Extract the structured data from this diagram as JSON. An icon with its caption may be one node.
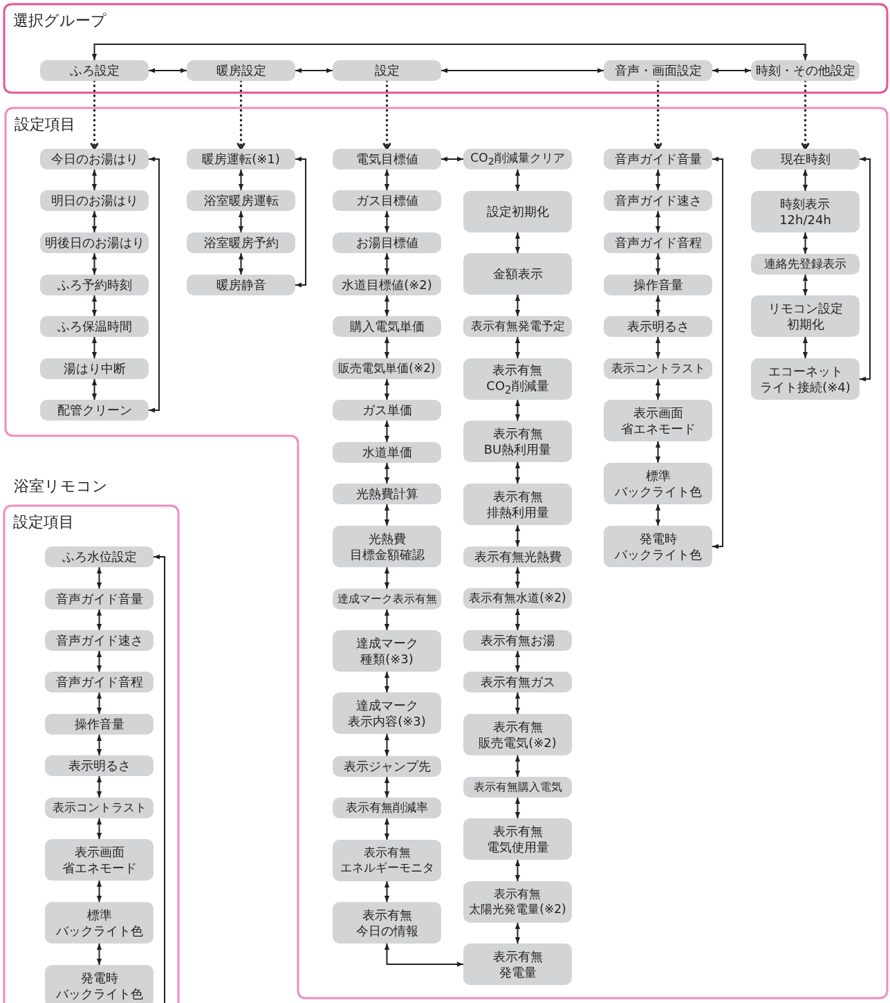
{
  "diagram": {
    "nodes": [
      {
        "text": [
          "選択グループ"
        ]
      },
      {
        "text": [
          "ふろ設定"
        ],
        "in": 0
      },
      {
        "text": [
          "暖房設定"
        ],
        "in": 0
      },
      {
        "text": [
          "設定"
        ],
        "in": 0
      },
      {
        "text": [
          "音声・画面設定"
        ],
        "in": 0
      },
      {
        "text": [
          "時刻・その他設定"
        ],
        "in": 0
      },
      {
        "text": [
          "設定項目"
        ]
      },
      {
        "text": [
          "今日のお湯はり"
        ],
        "in": 6
      },
      {
        "text": [
          "明日のお湯はり"
        ],
        "in": 6
      },
      {
        "text": [
          "明後日のお湯はり"
        ],
        "in": 6
      },
      {
        "text": [
          "ふろ予約時刻"
        ],
        "in": 6
      },
      {
        "text": [
          "ふろ保温時間"
        ],
        "in": 6
      },
      {
        "text": [
          "湯はり中断"
        ],
        "in": 6
      },
      {
        "text": [
          "配管クリーン"
        ],
        "in": 6
      },
      {
        "text": [
          "暖房運転(※1)"
        ],
        "in": 6
      },
      {
        "text": [
          "浴室暖房運転"
        ],
        "in": 6
      },
      {
        "text": [
          "浴室暖房予約"
        ],
        "in": 6
      },
      {
        "text": [
          "暖房静音"
        ],
        "in": 6
      },
      {
        "text": [
          "電気目標値"
        ],
        "in": 6
      },
      {
        "text": [
          "ガス目標値"
        ],
        "in": 6
      },
      {
        "text": [
          "お湯目標値"
        ],
        "in": 6
      },
      {
        "text": [
          "水道目標値(※2)"
        ],
        "in": 6
      },
      {
        "text": [
          "購入電気単価"
        ],
        "in": 6
      },
      {
        "text": [
          "販売電気単価(※2)"
        ],
        "in": 6
      },
      {
        "text": [
          "ガス単価"
        ],
        "in": 6
      },
      {
        "text": [
          "水道単価"
        ],
        "in": 6
      },
      {
        "text": [
          "光熱費計算"
        ],
        "in": 6
      },
      {
        "text": [
          "光熱費目標金額確認"
        ],
        "in": 6
      },
      {
        "text": [
          "達成マーク表示有無"
        ],
        "in": 6
      },
      {
        "text": [
          "達成マーク種類(※3)"
        ],
        "in": 6
      },
      {
        "text": [
          "達成マーク表示内容(※3)"
        ],
        "in": 6
      },
      {
        "text": [
          "表示ジャンプ先"
        ],
        "in": 6
      },
      {
        "text": [
          "表示有無削減率"
        ],
        "in": 6
      },
      {
        "text": [
          "表示有無エネルギーモニタ"
        ],
        "in": 6
      },
      {
        "text": [
          "表示有無今日の情報"
        ],
        "in": 6
      },
      {
        "text": [
          "CO$_{2}$削減量クリア"
        ],
        "in": 6
      },
      {
        "text": [
          "設定初期化"
        ],
        "in": 6
      },
      {
        "text": [
          "金額表示"
        ],
        "in": 6
      },
      {
        "text": [
          "表示有無発電予定"
        ],
        "in": 6
      },
      {
        "text": [
          "表示有無CO$_{2}$削減量"
        ],
        "in": 6
      },
      {
        "text": [
          "表示有無BU熱利用量"
        ],
        "in": 6
      },
      {
        "text": [
          "表示有無排熱利用量"
        ],
        "in": 6
      },
      {
        "text": [
          "表示有無光熱費"
        ],
        "in": 6
      },
      {
        "text": [
          "表示有無水道(※2)"
        ],
        "in": 6
      },
      {
        "text": [
          "表示有無お湯"
        ],
        "in": 6
      },
      {
        "text": [
          "表示有無ガス"
        ],
        "in": 6
      },
      {
        "text": [
          "表示有無販売電気(※2)"
        ],
        "in": 6
      },
      {
        "text": [
          "表示有無購入電気"
        ],
        "in": 6
      },
      {
        "text": [
          "表示有無電気使用量"
        ],
        "in": 6
      },
      {
        "text": [
          "表示有無太陽光発電量(※2)"
        ],
        "in": 6
      },
      {
        "text": [
          "表示有無発電量"
        ],
        "in": 6
      },
      {
        "text": [
          "音声ガイド音量"
        ],
        "in": 6
      },
      {
        "text": [
          "音声ガイド速さ"
        ],
        "in": 6
      },
      {
        "text": [
          "音声ガイド音程"
        ],
        "in": 6
      },
      {
        "text": [
          "操作音量"
        ],
        "in": 6
      },
      {
        "text": [
          "表示明るさ"
        ],
        "in": 6
      },
      {
        "text": [
          "表示コントラスト"
        ],
        "in": 6
      },
      {
        "text": [
          "表示画面省エネモード"
        ],
        "in": 6
      },
      {
        "text": [
          "標準バックライト色"
        ],
        "in": 6
      },
      {
        "text": [
          "発電時バックライト色"
        ],
        "in": 6
      },
      {
        "text": [
          "現在時刻"
        ],
        "in": 6
      },
      {
        "text": [
          "時刻表示12h/24h"
        ],
        "in": 6
      },
      {
        "text": [
          "連絡先登録表示"
        ],
        "in": 6
      },
      {
        "text": [
          "リモコン設定初期化"
        ],
        "in": 6
      },
      {
        "text": [
          "エコーネットライト接続(※4)"
        ],
        "in": 6
      },
      {
        "text": [
          "設定項目"
        ]
      },
      {
        "text": [
          "ふろ水位設定"
        ],
        "in": 65
      },
      {
        "text": [
          "音声ガイド音量"
        ],
        "in": 65
      },
      {
        "text": [
          "音声ガイド速さ"
        ],
        "in": 65
      },
      {
        "text": [
          "音声ガイド音程"
        ],
        "in": 65
      },
      {
        "text": [
          "操作音量"
        ],
        "in": 65
      },
      {
        "text": [
          "表示明るさ"
        ],
        "in": 65
      },
      {
        "text": [
          "表示コントラスト"
        ],
        "in": 65
      },
      {
        "text": [
          "表示画面省エネモード"
        ],
        "in": 65
      },
      {
        "text": [
          "標準バックライト色"
        ],
        "in": 65
      },
      {
        "text": [
          "発電時バックライト色"
        ],
        "in": 65
      }
    ],
    "edges": [
      {
        "from": 1,
        "to": 2,
        "arrow": "both"
      },
      {
        "from": 2,
        "to": 3,
        "arrow": "both"
      },
      {
        "from": 3,
        "to": 4,
        "arrow": "both"
      },
      {
        "from": 4,
        "to": 5,
        "arrow": "both"
      },
      {
        "from": 1,
        "to": 5,
        "arrow": "both"
      },
      {
        "from": 1,
        "to": 7,
        "arrow": "to",
        "style": "dashed"
      },
      {
        "from": 2,
        "to": 14,
        "arrow": "to",
        "style": "dashed"
      },
      {
        "from": 3,
        "to": 18,
        "arrow": "to",
        "style": "dashed"
      },
      {
        "from": 4,
        "to": 51,
        "arrow": "to",
        "style": "dashed"
      },
      {
        "from": 5,
        "to": 60,
        "arrow": "to",
        "style": "dashed"
      },
      {
        "from": 7,
        "to": 8,
        "arrow": "both"
      },
      {
        "from": 8,
        "to": 9,
        "arrow": "both"
      },
      {
        "from": 9,
        "to": 10,
        "arrow": "both"
      },
      {
        "from": 10,
        "to": 11,
        "arrow": "both"
      },
      {
        "from": 11,
        "to": 12,
        "arrow": "both"
      },
      {
        "from": 12,
        "to": 13,
        "arrow": "both"
      },
      {
        "from": 7,
        "to": 13,
        "arrow": "both"
      },
      {
        "from": 14,
        "to": 15,
        "arrow": "both"
      },
      {
        "from": 15,
        "to": 16,
        "arrow": "both"
      },
      {
        "from": 16,
        "to": 17,
        "arrow": "both"
      },
      {
        "from": 14,
        "to": 17,
        "arrow": "both"
      },
      {
        "from": 18,
        "to": 19,
        "arrow": "both"
      },
      {
        "from": 19,
        "to": 20,
        "arrow": "both"
      },
      {
        "from": 20,
        "to": 21,
        "arrow": "both"
      },
      {
        "from": 21,
        "to": 22,
        "arrow": "both"
      },
      {
        "from": 22,
        "to": 23,
        "arrow": "both"
      },
      {
        "from": 23,
        "to": 24,
        "arrow": "both"
      },
      {
        "from": 24,
        "to": 25,
        "arrow": "both"
      },
      {
        "from": 25,
        "to": 26,
        "arrow": "both"
      },
      {
        "from": 26,
        "to": 27,
        "arrow": "both"
      },
      {
        "from": 27,
        "to": 28,
        "arrow": "both"
      },
      {
        "from": 28,
        "to": 29,
        "arrow": "both"
      },
      {
        "from": 29,
        "to": 30,
        "arrow": "both"
      },
      {
        "from": 30,
        "to": 31,
        "arrow": "both"
      },
      {
        "from": 31,
        "to": 32,
        "arrow": "both"
      },
      {
        "from": 32,
        "to": 33,
        "arrow": "both"
      },
      {
        "from": 33,
        "to": 34,
        "arrow": "both"
      },
      {
        "from": 18,
        "to": 35,
        "arrow": "both"
      },
      {
        "from": 35,
        "to": 36,
        "arrow": "both"
      },
      {
        "from": 36,
        "to": 37,
        "arrow": "both"
      },
      {
        "from": 37,
        "to": 38,
        "arrow": "both"
      },
      {
        "from": 38,
        "to": 39,
        "arrow": "both"
      },
      {
        "from": 39,
        "to": 40,
        "arrow": "both"
      },
      {
        "from": 40,
        "to": 41,
        "arrow": "both"
      },
      {
        "from": 41,
        "to": 42,
        "arrow": "both"
      },
      {
        "from": 42,
        "to": 43,
        "arrow": "both"
      },
      {
        "from": 43,
        "to": 44,
        "arrow": "both"
      },
      {
        "from": 44,
        "to": 45,
        "arrow": "both"
      },
      {
        "from": 45,
        "to": 46,
        "arrow": "both"
      },
      {
        "from": 46,
        "to": 47,
        "arrow": "both"
      },
      {
        "from": 47,
        "to": 48,
        "arrow": "both"
      },
      {
        "from": 48,
        "to": 49,
        "arrow": "both"
      },
      {
        "from": 49,
        "to": 50,
        "arrow": "both"
      },
      {
        "from": 34,
        "to": 50,
        "arrow": "both"
      },
      {
        "from": 51,
        "to": 52,
        "arrow": "both"
      },
      {
        "from": 52,
        "to": 53,
        "arrow": "both"
      },
      {
        "from": 53,
        "to": 54,
        "arrow": "both"
      },
      {
        "from": 54,
        "to": 55,
        "arrow": "both"
      },
      {
        "from": 55,
        "to": 56,
        "arrow": "both"
      },
      {
        "from": 56,
        "to": 57,
        "arrow": "both"
      },
      {
        "from": 57,
        "to": 58,
        "arrow": "both"
      },
      {
        "from": 58,
        "to": 59,
        "arrow": "both"
      },
      {
        "from": 51,
        "to": 59,
        "arrow": "both"
      },
      {
        "from": 60,
        "to": 61,
        "arrow": "both"
      },
      {
        "from": 61,
        "to": 62,
        "arrow": "both"
      },
      {
        "from": 62,
        "to": 63,
        "arrow": "both"
      },
      {
        "from": 63,
        "to": 64,
        "arrow": "both"
      },
      {
        "from": 60,
        "to": 64,
        "arrow": "both"
      },
      {
        "from": 66,
        "to": 67,
        "arrow": "both"
      },
      {
        "from": 67,
        "to": 68,
        "arrow": "both"
      },
      {
        "from": 68,
        "to": 69,
        "arrow": "both"
      },
      {
        "from": 69,
        "to": 70,
        "arrow": "both"
      },
      {
        "from": 70,
        "to": 71,
        "arrow": "both"
      },
      {
        "from": 71,
        "to": 72,
        "arrow": "both"
      },
      {
        "from": 72,
        "to": 73,
        "arrow": "both"
      },
      {
        "from": 73,
        "to": 74,
        "arrow": "both"
      },
      {
        "from": 74,
        "to": 75,
        "arrow": "both"
      },
      {
        "from": null,
        "to": 66,
        "arrow": "to"
      }
    ],
    "labels": [
      "浴室リモコン"
    ]
  }
}
